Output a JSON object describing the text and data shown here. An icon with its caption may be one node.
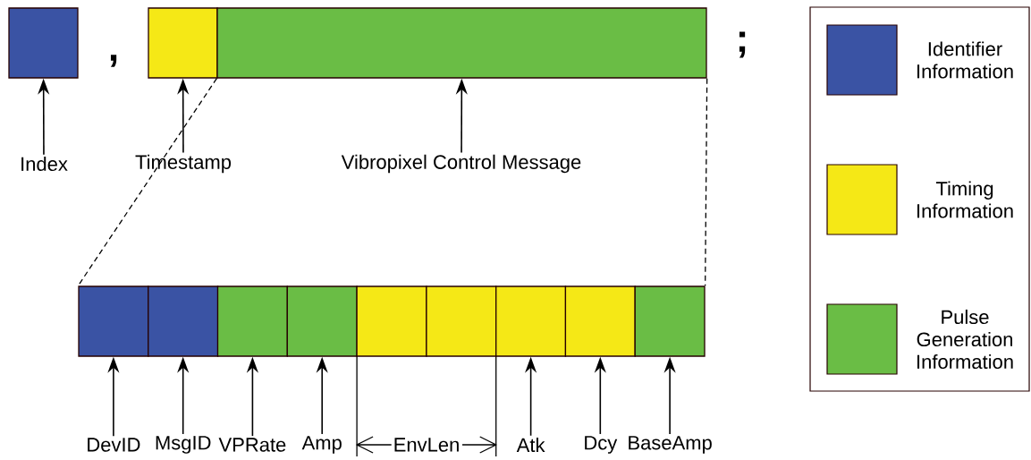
{
  "diagram": {
    "nodes": [
      {
        "text": [],
        "shape": "box"
      },
      {
        "text": [],
        "shape": "box"
      },
      {
        "text": [],
        "shape": "box"
      },
      {
        "text": [],
        "shape": "box"
      },
      {
        "text": [],
        "shape": "box"
      },
      {
        "text": [],
        "shape": "box"
      },
      {
        "text": [],
        "shape": "box"
      },
      {
        "text": [],
        "shape": "box"
      },
      {
        "text": [],
        "shape": "box"
      },
      {
        "text": [],
        "shape": "box"
      },
      {
        "text": [],
        "shape": "box"
      },
      {
        "text": [],
        "shape": "box"
      },
      {
        "text": [
          "Index"
        ]
      },
      {
        "text": [
          "Timestamp"
        ]
      },
      {
        "text": [
          "Vibropixel Control Message"
        ]
      },
      {
        "text": [
          "DevID"
        ]
      },
      {
        "text": [
          "MsgID"
        ]
      },
      {
        "text": [
          "VPRate"
        ]
      },
      {
        "text": [
          "Amp"
        ]
      },
      {
        "text": [
          "EnvLen"
        ]
      },
      {
        "text": [
          "Atk"
        ]
      },
      {
        "text": [
          "Dcy"
        ]
      },
      {
        "text": [
          "BaseAmp"
        ]
      }
    ],
    "edges": [
      {
        "from": 12,
        "to": 0,
        "arrow": "to"
      },
      {
        "from": 13,
        "to": 1,
        "arrow": "to"
      },
      {
        "from": 14,
        "to": 2,
        "arrow": "to"
      },
      {
        "from": 15,
        "to": 3,
        "arrow": "to"
      },
      {
        "from": 16,
        "to": 4,
        "arrow": "to"
      },
      {
        "from": 17,
        "to": 5,
        "arrow": "to"
      },
      {
        "from": 18,
        "to": 6,
        "arrow": "to"
      },
      {
        "from": 20,
        "to": 9,
        "arrow": "to"
      },
      {
        "from": 21,
        "to": 10,
        "arrow": "to"
      },
      {
        "from": 22,
        "to": 11,
        "arrow": "to"
      },
      {
        "from": 2,
        "to": 3,
        "arrow": "none",
        "style": "dashed"
      },
      {
        "from": 2,
        "to": 11,
        "arrow": "none",
        "style": "dashed"
      }
    ],
    "labels": [
      ",",
      ";"
    ],
    "legend": [
      {
        "text": "Identifier Information",
        "color": "#3a53a4"
      },
      {
        "text": "Timing Information",
        "color": "#f5e816"
      },
      {
        "text": "Pulse Generation Information",
        "color": "#6abd45"
      }
    ]
  }
}
